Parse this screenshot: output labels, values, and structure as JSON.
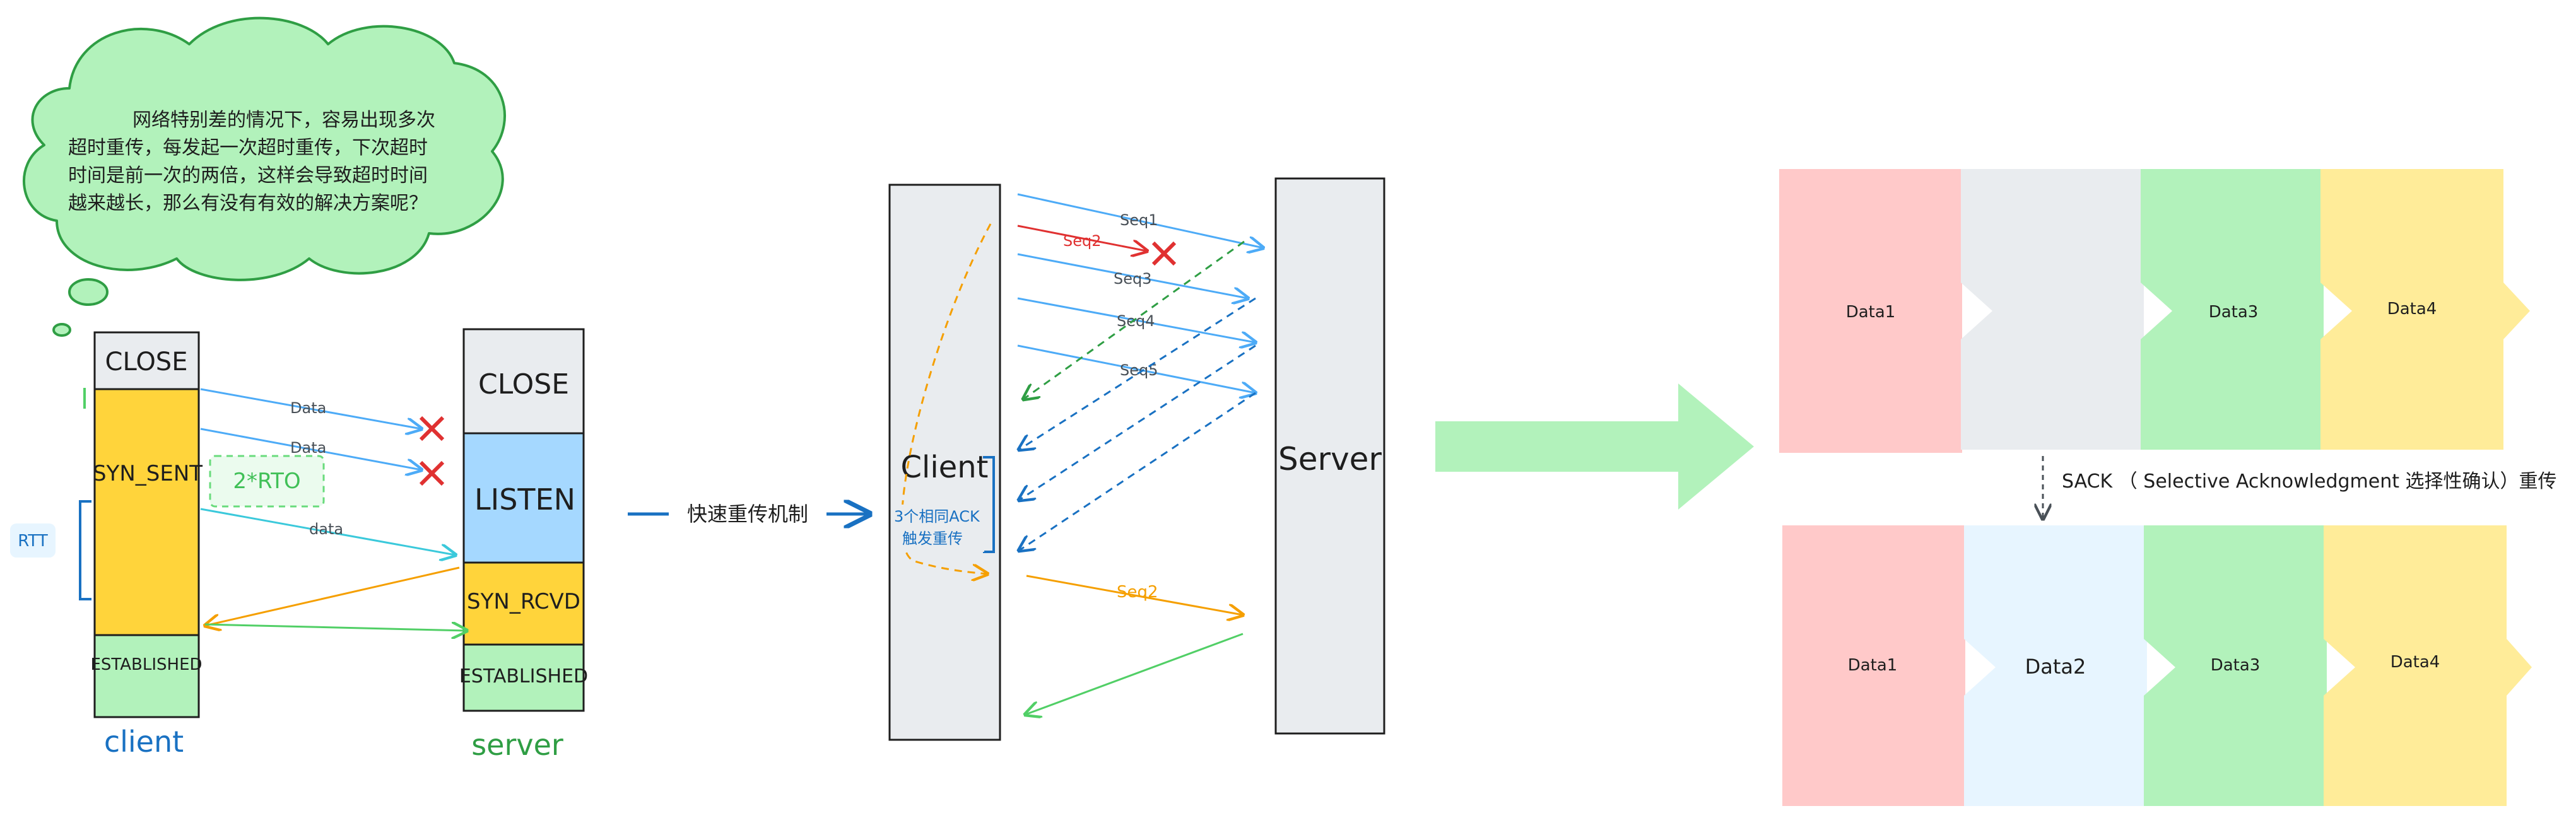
{
  "bubble": {
    "lines": [
      "网络特别差的情况下，容易出现多次",
      "超时重传，每发起一次超时重传，下次超时",
      "时间是前一次的两倍，这样会导致超时时间",
      "越来越长，那么有没有有效的解决方案呢？"
    ]
  },
  "left": {
    "client_states": [
      "CLOSE",
      "SYN_SENT",
      "ESTABLISHED"
    ],
    "server_states": [
      "CLOSE",
      "LISTEN",
      "SYN_RCVD",
      "ESTABLISHED"
    ],
    "client_label": "client",
    "server_label": "server",
    "arrow_labels": [
      "Data",
      "Data",
      "data"
    ],
    "rto_label": "2*RTO",
    "rtt_label": "RTT"
  },
  "middle": {
    "connector_label": "快速重传机制",
    "client_label": "Client",
    "server_label": "Server",
    "seq_labels": [
      "Seq1",
      "Seq2",
      "Seq3",
      "Seq4",
      "Seq5",
      "Seq2"
    ],
    "note_lines": [
      "3个相同ACK",
      "触发重传"
    ]
  },
  "right": {
    "top_row": [
      "Data1",
      "",
      "Data3",
      "Data4"
    ],
    "bottom_row": [
      "Data1",
      "Data2",
      "Data3",
      "Data4"
    ],
    "sack_label": "SACK （ Selective Acknowledgment 选择性确认）重传"
  },
  "colors": {
    "red": "#ffc9c9",
    "gray": "#e9ecef",
    "green": "#b2f2bb",
    "yellow": "#ffec99",
    "light_blue": "#e7f5ff",
    "blue": "#a5d8ff",
    "orange": "#ffd43b",
    "big_arrow": "#b2f2bb"
  }
}
